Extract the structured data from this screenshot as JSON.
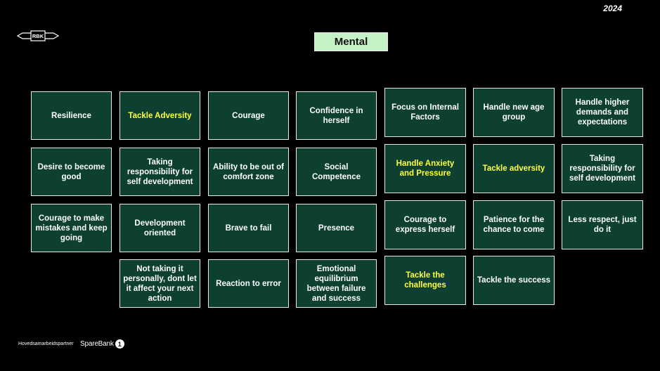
{
  "year": "2024",
  "logo_text": "RBK",
  "title": "Mental",
  "footer": {
    "partner_label": "Hovedsamarbeidspartner",
    "sponsor_name": "SpareBank",
    "sponsor_number": "1"
  },
  "cards": [
    {
      "id": "resilience",
      "text": "Resilience",
      "highlight": false
    },
    {
      "id": "desire-to-become-good",
      "text": "Desire to become good",
      "highlight": false
    },
    {
      "id": "courage-to-make-mistakes",
      "text": "Courage to make mistakes and keep going",
      "highlight": false
    },
    {
      "id": "tackle-adversity-1",
      "text": "Tackle Adversity",
      "highlight": true
    },
    {
      "id": "taking-responsibility-1",
      "text": "Taking responsibility for self development",
      "highlight": false
    },
    {
      "id": "development-oriented",
      "text": "Development oriented",
      "highlight": false
    },
    {
      "id": "not-taking-it-personally",
      "text": "Not taking it personally, dont let it affect your next action",
      "highlight": false
    },
    {
      "id": "courage",
      "text": "Courage",
      "highlight": false
    },
    {
      "id": "ability-out-of-comfort-zone",
      "text": "Ability to be out of comfort zone",
      "highlight": false
    },
    {
      "id": "brave-to-fail",
      "text": "Brave to fail",
      "highlight": false
    },
    {
      "id": "reaction-to-error",
      "text": "Reaction to error",
      "highlight": false
    },
    {
      "id": "confidence-in-herself",
      "text": "Confidence in herself",
      "highlight": false
    },
    {
      "id": "social-competence",
      "text": "Social Competence",
      "highlight": false
    },
    {
      "id": "presence",
      "text": "Presence",
      "highlight": false
    },
    {
      "id": "emotional-equilibrium",
      "text": "Emotional equilibrium between failure and success",
      "highlight": false
    },
    {
      "id": "focus-internal-factors",
      "text": "Focus on Internal Factors",
      "highlight": false
    },
    {
      "id": "handle-anxiety-pressure",
      "text": "Handle Anxiety and Pressure",
      "highlight": true
    },
    {
      "id": "courage-to-express-herself",
      "text": "Courage to express herself",
      "highlight": false
    },
    {
      "id": "tackle-the-challenges",
      "text": "Tackle the challenges",
      "highlight": true
    },
    {
      "id": "handle-new-age-group",
      "text": "Handle new age group",
      "highlight": false
    },
    {
      "id": "tackle-adversity-2",
      "text": "Tackle adversity",
      "highlight": true
    },
    {
      "id": "patience-for-chance",
      "text": "Patience for the chance to come",
      "highlight": false
    },
    {
      "id": "tackle-the-success",
      "text": "Tackle the success",
      "highlight": false
    },
    {
      "id": "handle-higher-demands",
      "text": "Handle higher demands  and expectations",
      "highlight": false
    },
    {
      "id": "taking-responsibility-2",
      "text": "Taking responsibility for self development",
      "highlight": false
    },
    {
      "id": "less-respect-just-do-it",
      "text": "Less respect, just do it",
      "highlight": false
    }
  ]
}
